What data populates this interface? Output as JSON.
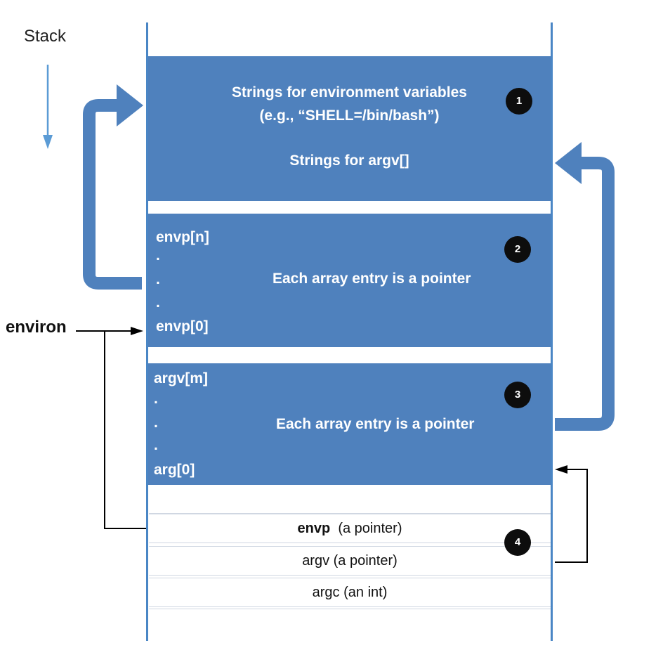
{
  "stack_label": "Stack",
  "environ_label": "environ",
  "blocks": {
    "strings": {
      "line1": "Strings for environment variables",
      "line2": "(e.g., “SHELL=/bin/bash”)",
      "line3": "Strings for argv[]",
      "badge": "1"
    },
    "envp_array": {
      "top": "envp[n]",
      "dot1": ".",
      "dot2": ".",
      "dot3": ".",
      "bottom": "envp[0]",
      "caption": "Each array entry is a pointer",
      "badge": "2"
    },
    "argv_array": {
      "top": "argv[m]",
      "dot1": ".",
      "dot2": ".",
      "dot3": ".",
      "bottom": "arg[0]",
      "caption": "Each array entry is a pointer",
      "badge": "3"
    }
  },
  "rows": {
    "envp_bold": "envp",
    "envp_rest": "(a pointer)",
    "argv": "argv (a pointer)",
    "argc": "argc (an int)",
    "badge": "4"
  },
  "colors": {
    "block": "#4f81bd",
    "wall": "#4a86c5",
    "arrow_fill": "#4f81bd",
    "badge": "#0d0d0d"
  }
}
